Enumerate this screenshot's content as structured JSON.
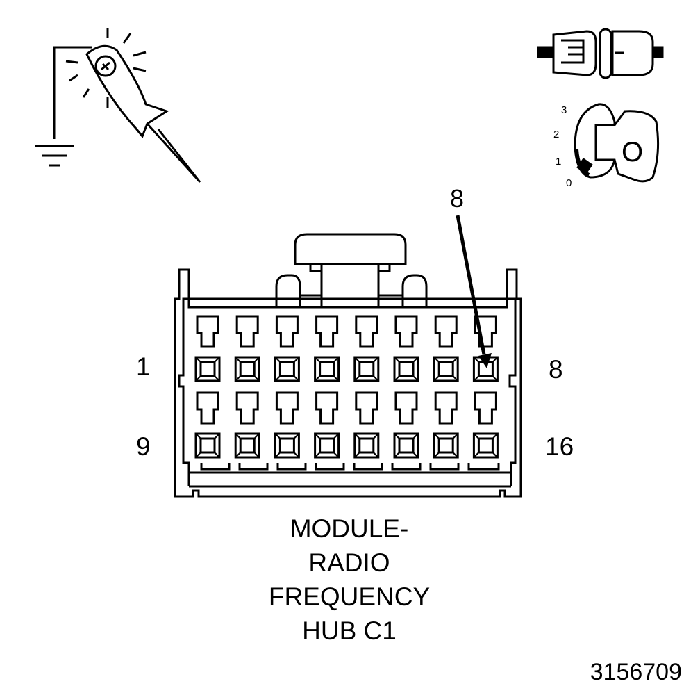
{
  "title": {
    "lines": [
      "MODULE-",
      "RADIO",
      "FREQUENCY",
      "HUB C1"
    ]
  },
  "connector": {
    "cavity_count": 16,
    "columns": 8,
    "rows": 2,
    "row_labels": {
      "top_left": "1",
      "top_right": "8",
      "bottom_left": "9",
      "bottom_right": "16"
    }
  },
  "callout": {
    "pin": "8"
  },
  "key_icon": {
    "positions": [
      "3",
      "2",
      "1",
      "0"
    ],
    "key_letter": "O"
  },
  "figure_id": "3156709",
  "colors": {
    "line": "#000000",
    "background": "#ffffff"
  }
}
